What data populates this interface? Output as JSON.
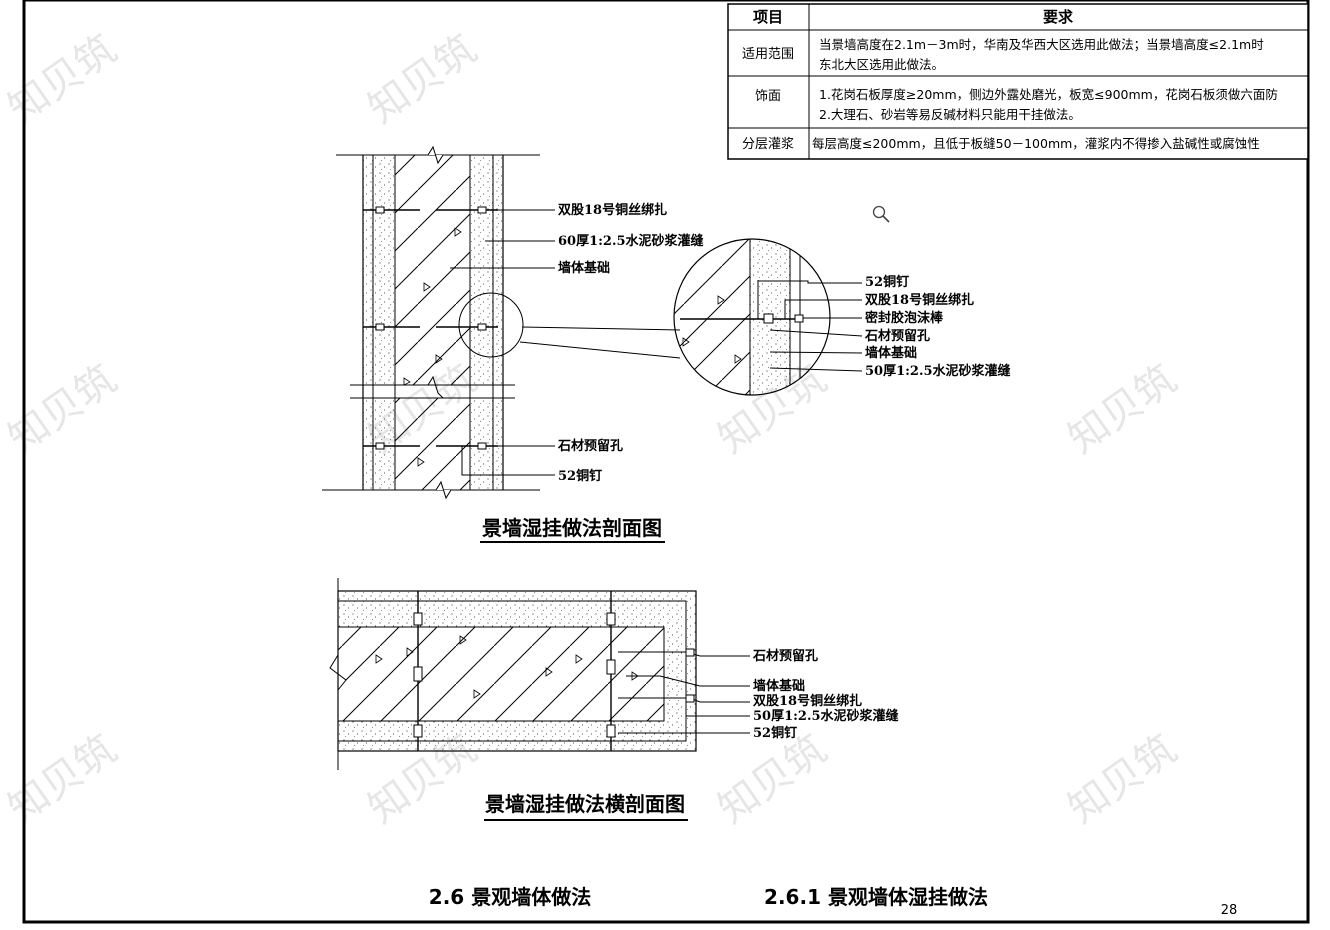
{
  "table": {
    "header_item": "项目",
    "header_requirement": "要求",
    "rows": [
      {
        "item": "适用范围",
        "lines": [
          "当景墙高度在2.1m－3m时，华南及华西大区选用此做法；当景墙高度≤2.1m时",
          "东北大区选用此做法。"
        ]
      },
      {
        "item": "饰面",
        "lines": [
          "1.花岗石板厚度≥20mm，侧边外露处磨光，板宽≤900mm，花岗石板须做六面防",
          "2.大理石、砂岩等易反碱材料只能用干挂做法。"
        ]
      },
      {
        "item": "分层灌浆",
        "lines": [
          "每层高度≤200mm，且低于板缝50－100mm，灌浆内不得掺入盐碱性或腐蚀性"
        ]
      }
    ]
  },
  "vertical_section": {
    "labels": [
      "双股18号铜丝绑扎",
      "60厚1:2.5水泥砂浆灌缝",
      "墙体基础",
      "石材预留孔",
      "52铜钉"
    ],
    "caption": "景墙湿挂做法剖面图"
  },
  "detail": {
    "labels": [
      "52铜钉",
      "双股18号铜丝绑扎",
      "密封胶泡沫棒",
      "石材预留孔",
      "墙体基础",
      "50厚1:2.5水泥砂浆灌缝"
    ]
  },
  "horizontal_section": {
    "labels": [
      "石材预留孔",
      "墙体基础",
      "双股18号铜丝绑扎",
      "50厚1:2.5水泥砂浆灌缝",
      "52铜钉"
    ],
    "caption": "景墙湿挂做法横剖面图"
  },
  "footer": {
    "section_title": "2.6 景观墙体做法",
    "subsection_title": "2.6.1 景观墙体湿挂做法",
    "page_number": "28"
  },
  "watermark": "知贝筑",
  "colors": {
    "line": "#000000",
    "watermark": "#cfcfcf"
  },
  "icons": [
    "magnifier-icon"
  ]
}
